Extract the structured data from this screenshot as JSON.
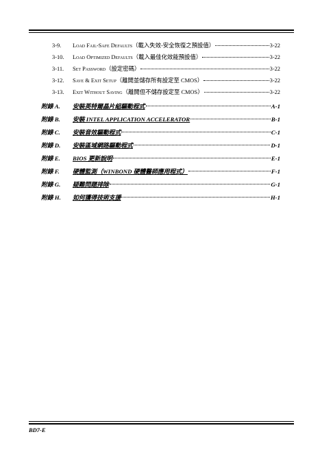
{
  "sections": [
    {
      "num": "3-9.",
      "title_sc": "Load Fail-Safe Defaults",
      "title_cjk": "（載入失效-安全恢復之預設值）",
      "page": "3-22"
    },
    {
      "num": "3-10.",
      "title_sc": "Load Optimized Defaults",
      "title_cjk": "（載入最佳化效能預設值）",
      "page": "3-22"
    },
    {
      "num": "3-11.",
      "title_sc": "Set Password",
      "title_cjk": "（設定密碼）",
      "page": "3-22"
    },
    {
      "num": "3-12.",
      "title_sc": "Save & Exit Setup",
      "title_cjk": "（離開並儲存所有設定至 CMOS）",
      "page": "3-22"
    },
    {
      "num": "3-13.",
      "title_sc": "Exit Without Saving",
      "title_cjk": "（離開但不儲存設定至 CMOS）",
      "page": "3-22"
    }
  ],
  "appendices": [
    {
      "label": "附錄 A.",
      "title": "安裝英特爾晶片組驅動程式",
      "page": "A-1"
    },
    {
      "label": "附錄 B.",
      "title": "安裝 INTEL APPLICATION ACCELERATOR",
      "page": "B-1"
    },
    {
      "label": "附錄 C.",
      "title": "安裝音效驅動程式",
      "page": "C-1"
    },
    {
      "label": "附錄 D.",
      "title": "安裝區域網路驅動程式",
      "page": "D-1"
    },
    {
      "label": "附錄 E.",
      "title": "BIOS 更新說明",
      "page": "E-1"
    },
    {
      "label": "附錄 F.",
      "title": "硬體監測（WINBOND 硬體醫師應用程式）",
      "page": "F-1"
    },
    {
      "label": "附錄 G.",
      "title": "疑難問題排除",
      "page": "G-1"
    },
    {
      "label": "附錄 H.",
      "title": "如何獲得技術支援",
      "page": "H-1"
    }
  ],
  "footer": {
    "manual_code": "BD7-E"
  }
}
